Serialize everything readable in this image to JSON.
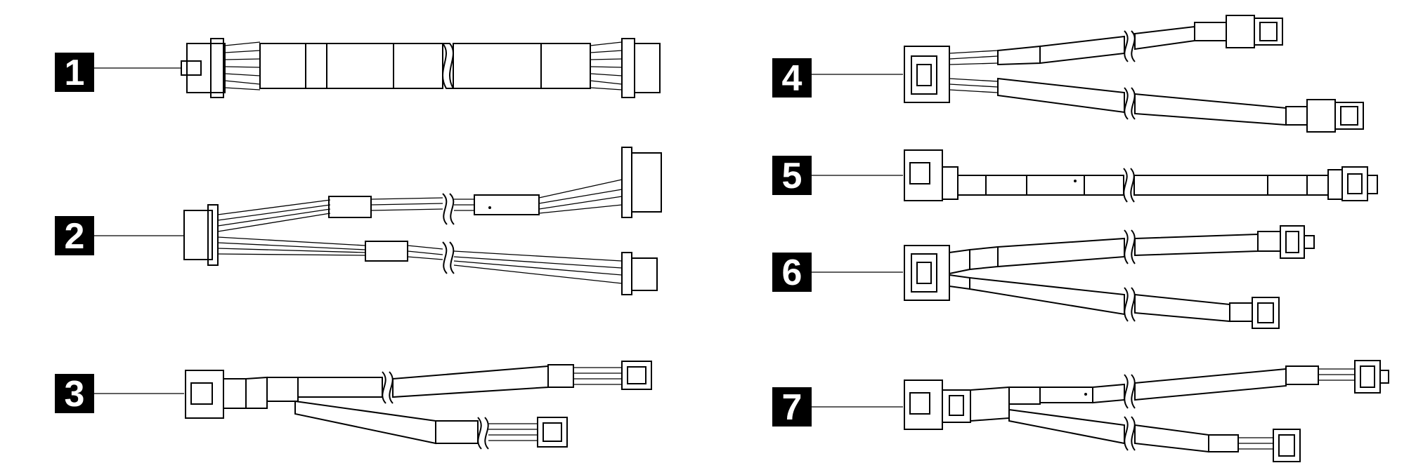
{
  "figure": {
    "description": "",
    "callouts": [
      {
        "number": "1",
        "kind": "power-straight"
      },
      {
        "number": "2",
        "kind": "power-y-split"
      },
      {
        "number": "3",
        "kind": "slimsas-y-split"
      },
      {
        "number": "4",
        "kind": "mini-sas-hd-y-split"
      },
      {
        "number": "5",
        "kind": "slimsas-straight"
      },
      {
        "number": "6",
        "kind": "mini-sas-hd-y-split"
      },
      {
        "number": "7",
        "kind": "slimsas-y-split"
      }
    ]
  },
  "colors": {
    "ink": "#000000",
    "paper": "#ffffff"
  }
}
